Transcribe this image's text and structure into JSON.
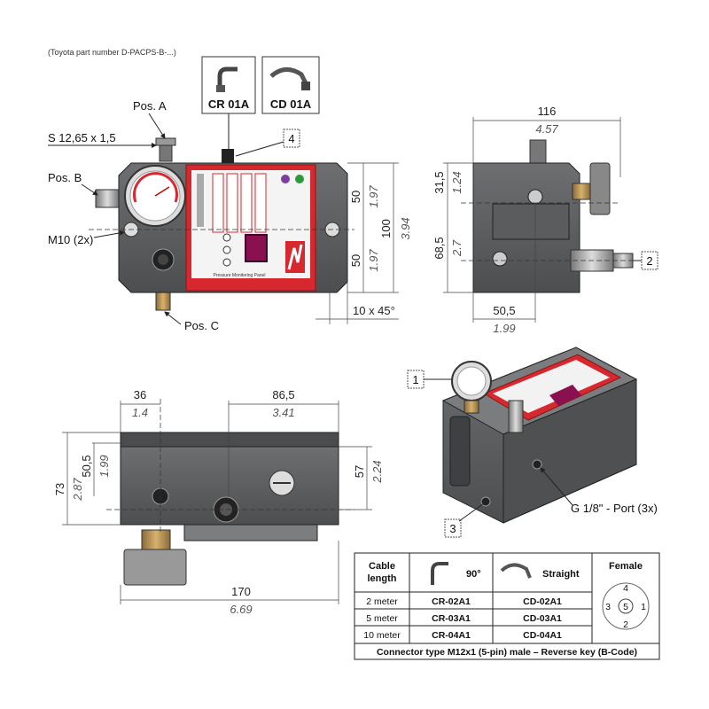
{
  "header_note": "(Toyota part number D-PACPS-B-...)",
  "connectors": {
    "cr_label": "CR  01A",
    "cd_label": "CD  01A"
  },
  "front_view": {
    "pos_a": "Pos. A",
    "thread": "S 12,65 x 1,5",
    "pos_b": "Pos. B",
    "m10": "M10 (2x)",
    "pos_c": "Pos. C",
    "callout_4": "4",
    "dim_50_top": "50",
    "dim_197_top": "1.97",
    "dim_50_bot": "50",
    "dim_197_bot": "1.97",
    "dim_100": "100",
    "dim_394": "3.94",
    "chamfer": "10 x 45°",
    "panel_caption": "Pressure Monitoring Panel"
  },
  "side_view": {
    "dim_116": "116",
    "dim_457": "4.57",
    "dim_315": "31,5",
    "dim_124": "1.24",
    "dim_685": "68,5",
    "dim_27": "2.7",
    "dim_505": "50,5",
    "dim_199": "1.99",
    "callout_2": "2"
  },
  "bottom_view": {
    "dim_36": "36",
    "dim_14": "1.4",
    "dim_865": "86,5",
    "dim_341": "3.41",
    "dim_505": "50,5",
    "dim_199": "1.99",
    "dim_73": "73",
    "dim_287": "2.87",
    "dim_57": "57",
    "dim_224": "2.24",
    "dim_170": "170",
    "dim_669": "6.69"
  },
  "iso_view": {
    "callout_1": "1",
    "callout_3": "3",
    "port_label": "G 1/8\" - Port (3x)"
  },
  "table": {
    "col_cable": [
      "Cable",
      "length"
    ],
    "col_90": "90°",
    "col_straight": "Straight",
    "col_female": "Female",
    "rows": [
      {
        "length": "2 meter",
        "cr": "CR-02A1",
        "cd": "CD-02A1"
      },
      {
        "length": "5 meter",
        "cr": "CR-03A1",
        "cd": "CD-03A1"
      },
      {
        "length": "10 meter",
        "cr": "CR-04A1",
        "cd": "CD-04A1"
      }
    ],
    "pins": [
      "1",
      "2",
      "3",
      "4",
      "5"
    ],
    "footer": "Connector type M12x1 (5-pin) male – Reverse key (B-Code)"
  },
  "colors": {
    "body": "#5c5e60",
    "panel_red": "#d7282f",
    "accent": "#2a2a2a"
  }
}
